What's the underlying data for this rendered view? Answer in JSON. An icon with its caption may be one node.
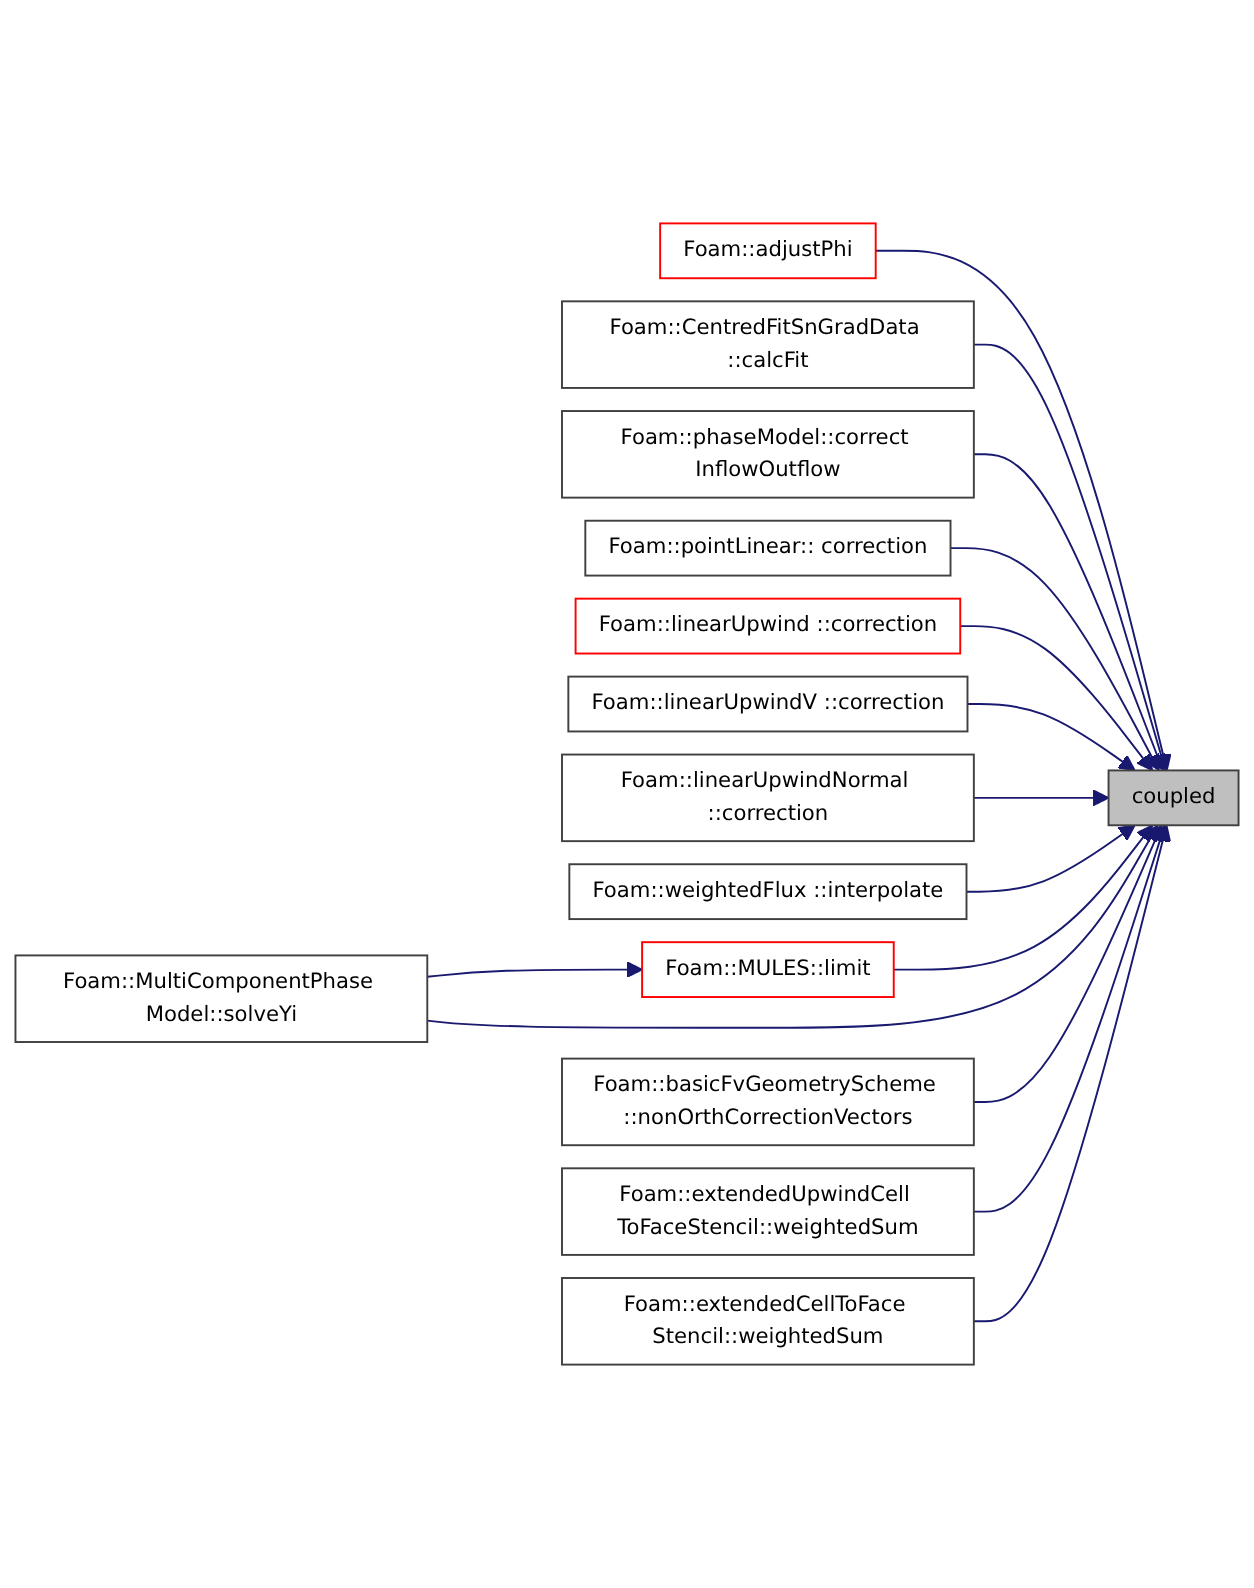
{
  "diagram": {
    "nodes": [
      {
        "text": [
          "Foam::adjustPhi"
        ]
      },
      {
        "text": [
          "Foam::CentredFitSnGradData ::calcFit"
        ]
      },
      {
        "text": [
          "Foam::phaseModel::correct InflowOutflow"
        ]
      },
      {
        "text": [
          "Foam::pointLinear:: correction"
        ]
      },
      {
        "text": [
          "Foam::linearUpwind ::correction"
        ]
      },
      {
        "text": [
          "Foam::linearUpwindV ::correction"
        ]
      },
      {
        "text": [
          "Foam::linearUpwindNormal ::correction"
        ]
      },
      {
        "text": [
          "coupled"
        ]
      },
      {
        "text": [
          "Foam::weightedFlux ::interpolate"
        ]
      },
      {
        "text": [
          "Foam::MULES::limit"
        ]
      },
      {
        "text": [
          "Foam::MultiComponentPhase Model::solveYi"
        ]
      },
      {
        "text": [
          "Foam::basicFvGeometryScheme ::nonOrthCorrectionVectors"
        ]
      },
      {
        "text": [
          "Foam::extendedUpwindCell ToFaceStencil::weightedSum"
        ]
      },
      {
        "text": [
          "Foam::extendedCellToFace Stencil::weightedSum"
        ]
      }
    ],
    "edges": [
      {
        "from": 0,
        "to": 7,
        "arrow": "to"
      },
      {
        "from": 1,
        "to": 7,
        "arrow": "to"
      },
      {
        "from": 2,
        "to": 7,
        "arrow": "to"
      },
      {
        "from": 3,
        "to": 7,
        "arrow": "to"
      },
      {
        "from": 4,
        "to": 7,
        "arrow": "to"
      },
      {
        "from": 5,
        "to": 7,
        "arrow": "to"
      },
      {
        "from": 6,
        "to": 7,
        "arrow": "to"
      },
      {
        "from": 8,
        "to": 7,
        "arrow": "to"
      },
      {
        "from": 9,
        "to": 7,
        "arrow": "to"
      },
      {
        "from": 10,
        "to": 9,
        "arrow": "to"
      },
      {
        "from": 10,
        "to": 7,
        "arrow": "to"
      },
      {
        "from": 11,
        "to": 7,
        "arrow": "to"
      },
      {
        "from": 12,
        "to": 7,
        "arrow": "to"
      },
      {
        "from": 13,
        "to": 7,
        "arrow": "to"
      }
    ]
  }
}
